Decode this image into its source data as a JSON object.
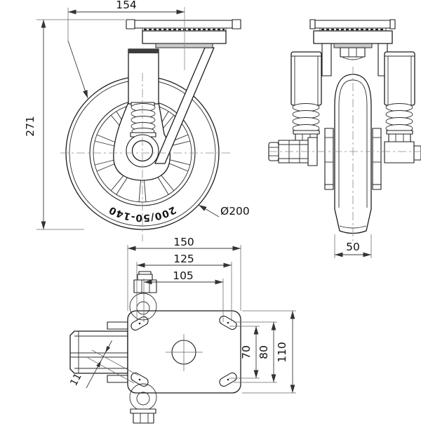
{
  "drawing": {
    "colors": {
      "background": "#ffffff",
      "lines": "#1c1c1c",
      "dimensions": "#3a3a3a"
    },
    "front_view": {
      "dim_swivel_radius": "154",
      "dim_overall_height": "271",
      "dim_wheel_diameter": "Ø200",
      "tire_marking": "200/50-140"
    },
    "side_view": {
      "dim_wheel_width": "50"
    },
    "plan_view": {
      "dim_plate_width": "150",
      "dim_bolt_span_outer": "125",
      "dim_bolt_span_inner": "105",
      "dim_bolt_pitch_inner": "70",
      "dim_bolt_pitch_outer": "80",
      "dim_plate_depth": "110",
      "dim_slot_width": "11"
    }
  }
}
